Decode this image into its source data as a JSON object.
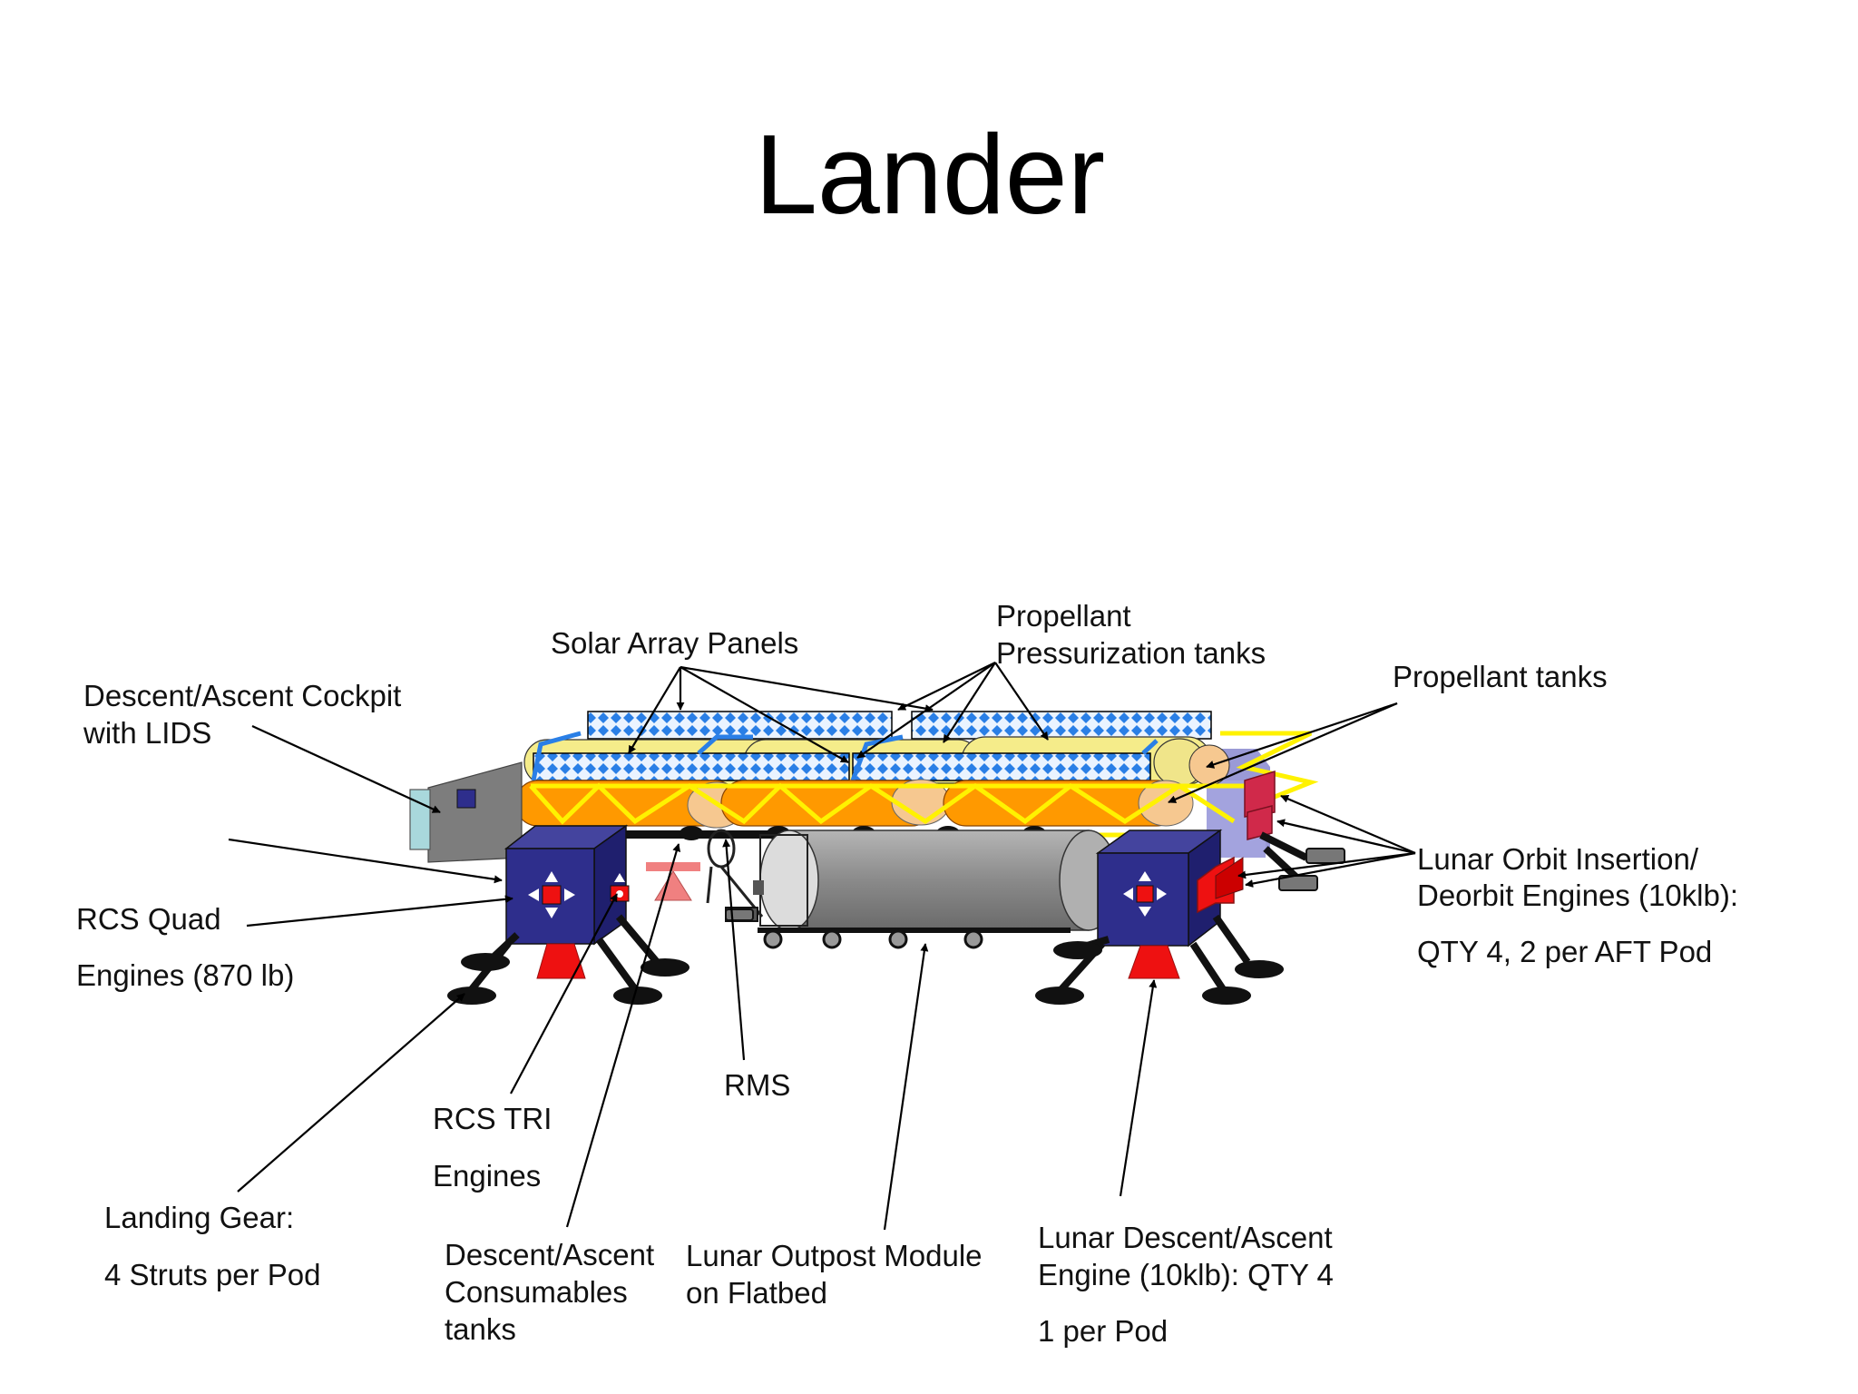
{
  "title": "Lander",
  "colors": {
    "pod_blue": "#2e2e8c",
    "frame_yellow": "#fff200",
    "tank_orange": "#ff9900",
    "tank_yellow": "#f5ec8a",
    "solar_blue": "#2a7fe6",
    "module_gray": "#8c8c8c",
    "engine_red": "#ee1111",
    "cockpit_gray": "#7d7d7d",
    "lids_cyan": "#a9d8dc"
  },
  "labels": {
    "solar_array_panels": "Solar Array Panels",
    "propellant_pressurization_1": "Propellant",
    "propellant_pressurization_2": "Pressurization tanks",
    "propellant_tanks": "Propellant tanks",
    "cockpit_1": "Descent/Ascent Cockpit",
    "cockpit_2": "with LIDS",
    "rcs_quad_1": "RCS Quad",
    "rcs_quad_2": "Engines (870 lb)",
    "loi_1": "Lunar Orbit Insertion/",
    "loi_2": "Deorbit Engines (10klb):",
    "loi_3": "QTY 4, 2 per AFT Pod",
    "rms": "RMS",
    "rcs_tri_1": "RCS TRI",
    "rcs_tri_2": "Engines",
    "landing_gear_1": "Landing Gear:",
    "landing_gear_2": "4 Struts per Pod",
    "consumables_1": "Descent/Ascent",
    "consumables_2": "Consumables",
    "consumables_3": "tanks",
    "outpost_1": "Lunar Outpost Module",
    "outpost_2": "on Flatbed",
    "lde_1": "Lunar Descent/Ascent",
    "lde_2": "Engine (10klb): QTY 4",
    "lde_3": "1 per Pod"
  }
}
